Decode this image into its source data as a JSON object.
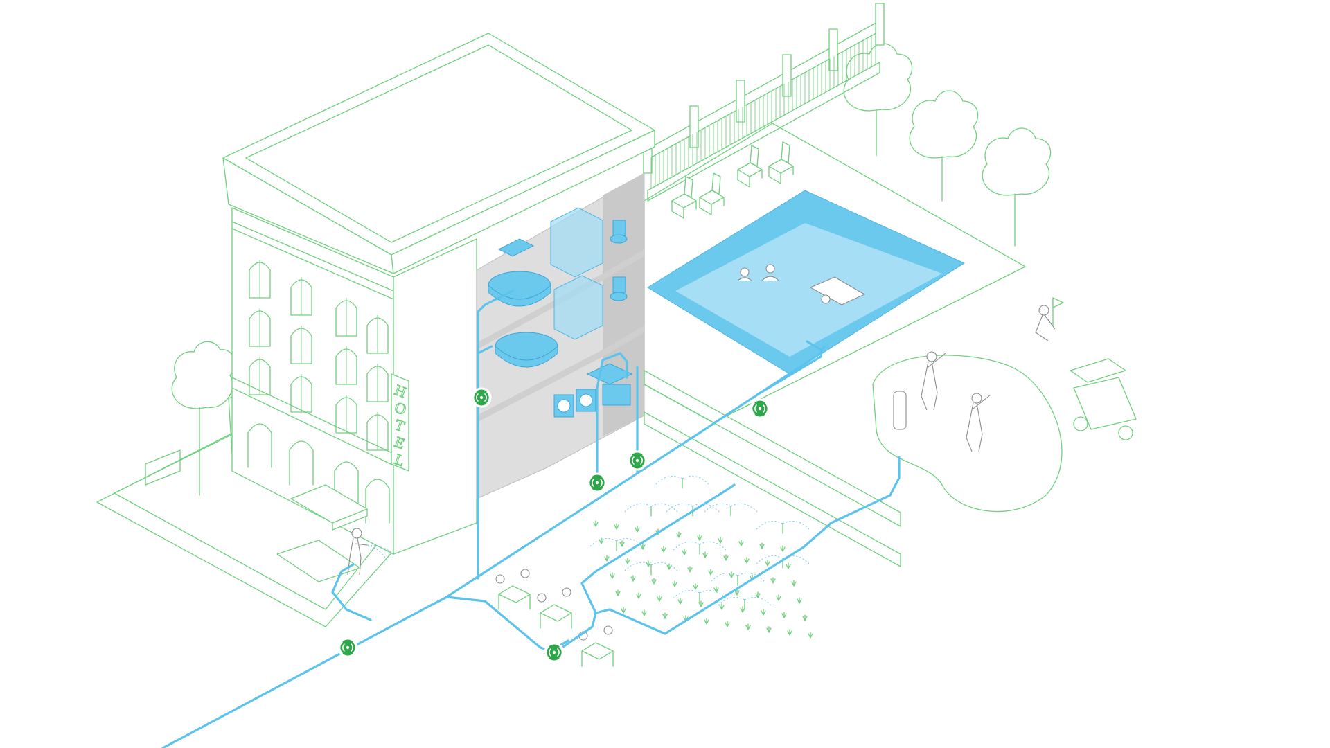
{
  "diagram": {
    "hotel_sign_letters": [
      "H",
      "O",
      "T",
      "E",
      "L"
    ],
    "colors": {
      "outline": "#6fd07d",
      "water_pipe": "#5bc3ec",
      "pool_water": "#6cc9ee",
      "sensor": "#2fa64a",
      "interior_wall": "#dedede"
    },
    "icons": {
      "sensor": "wireless-water-meter-icon",
      "tree": "tree-icon",
      "sprinkler": "sprinkler-icon",
      "person": "person-icon"
    },
    "sensor_count": 6
  }
}
